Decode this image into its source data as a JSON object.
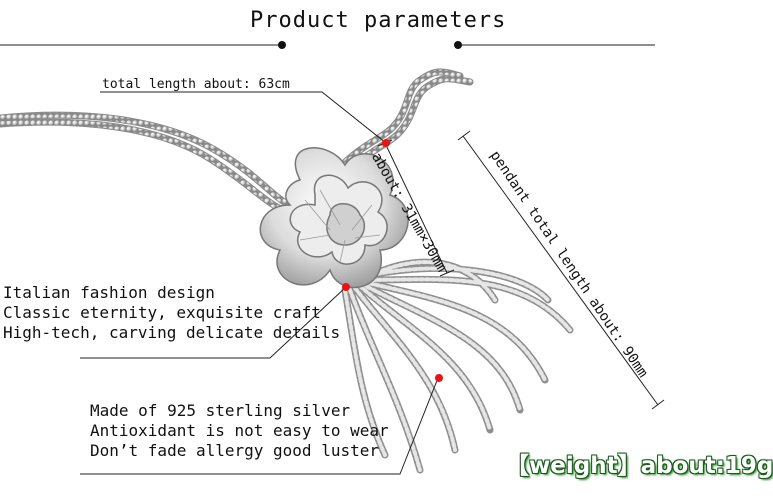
{
  "title": "Product parameters",
  "annotations": {
    "total_length": "total length about: 63cm",
    "pendant_size": "about: 31mm×30mm",
    "pendant_total_length": "pendant total length about: 90mm",
    "design_lines": [
      "Italian fashion design",
      "Classic eternity, exquisite craft",
      "High-tech, carving delicate details"
    ],
    "material_lines": [
      "Made of 925 sterling silver",
      "Antioxidant is not easy to wear",
      "Don’t fade allergy good luster"
    ],
    "weight": "【weight】about:19g"
  },
  "colors": {
    "marker": "#e81414",
    "line": "#222222",
    "silver": "#c9c9c9",
    "weight_text": "#ffffff",
    "weight_glow": "#1a5c1a"
  }
}
